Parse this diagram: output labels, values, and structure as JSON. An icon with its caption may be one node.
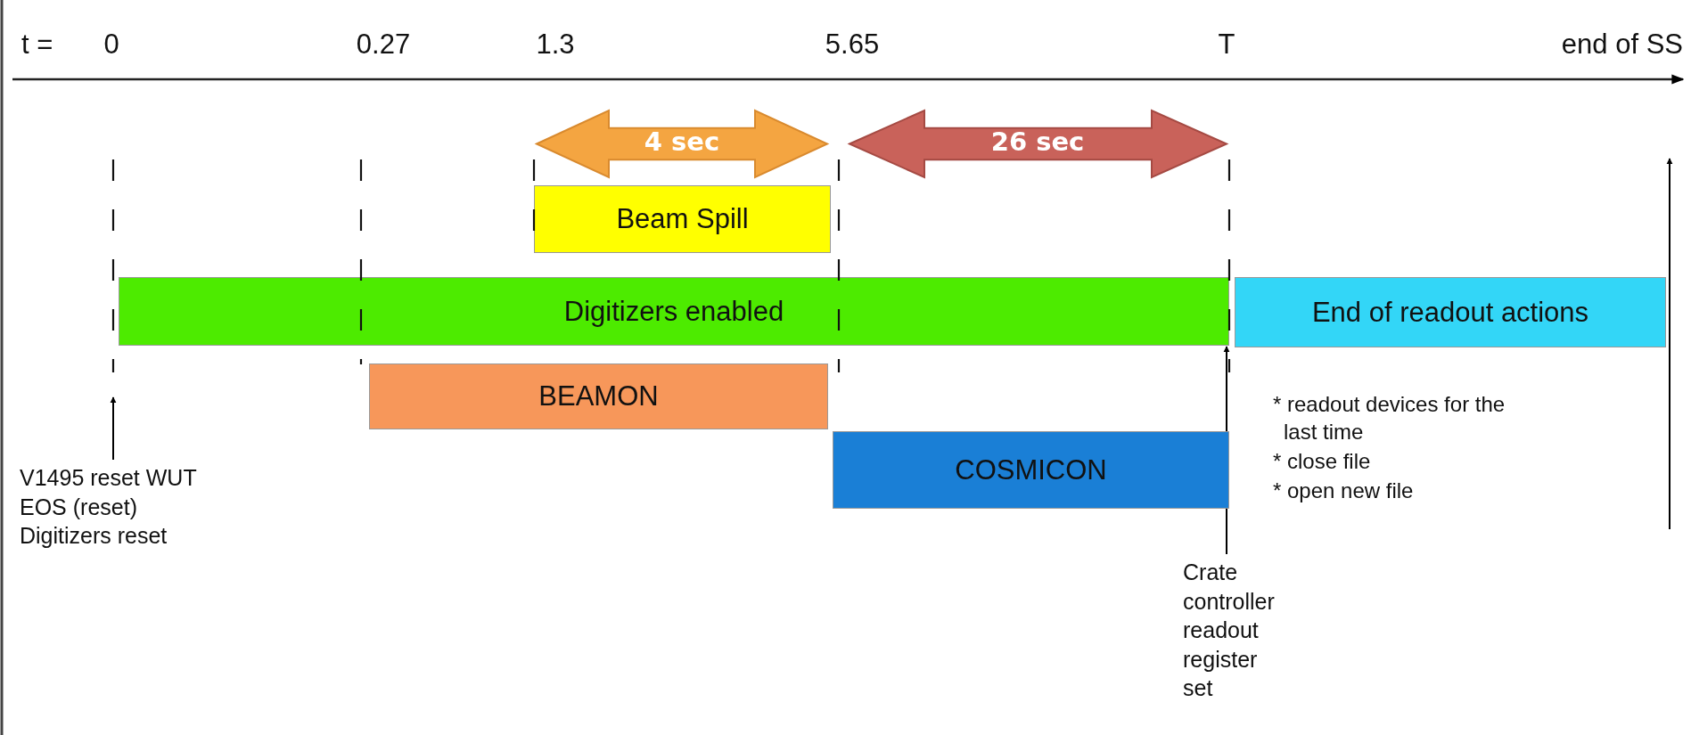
{
  "diagram": {
    "nodes": [
      {
        "text": [
          "Beam Spill"
        ]
      },
      {
        "text": [
          "Digitizers enabled"
        ]
      },
      {
        "text": [
          "End of readout actions"
        ]
      },
      {
        "text": [
          "BEAMON"
        ]
      },
      {
        "text": [
          "COSMICON"
        ]
      },
      {
        "text": [
          "V1495 reset WUT EOS (reset) Digitizers reset"
        ]
      },
      {
        "text": [
          "Crate controller readout register set"
        ]
      }
    ],
    "edges": [
      {
        "from": 5,
        "to": null,
        "arrow": "to"
      },
      {
        "from": 6,
        "to": 1,
        "arrow": "to"
      }
    ],
    "labels": [
      "t =",
      "0",
      "0.27",
      "1.3",
      "5.65",
      "T",
      "end of SS",
      "4 sec",
      "26 sec",
      "* readout devices for the last time",
      "* close file",
      "* open new file"
    ]
  }
}
